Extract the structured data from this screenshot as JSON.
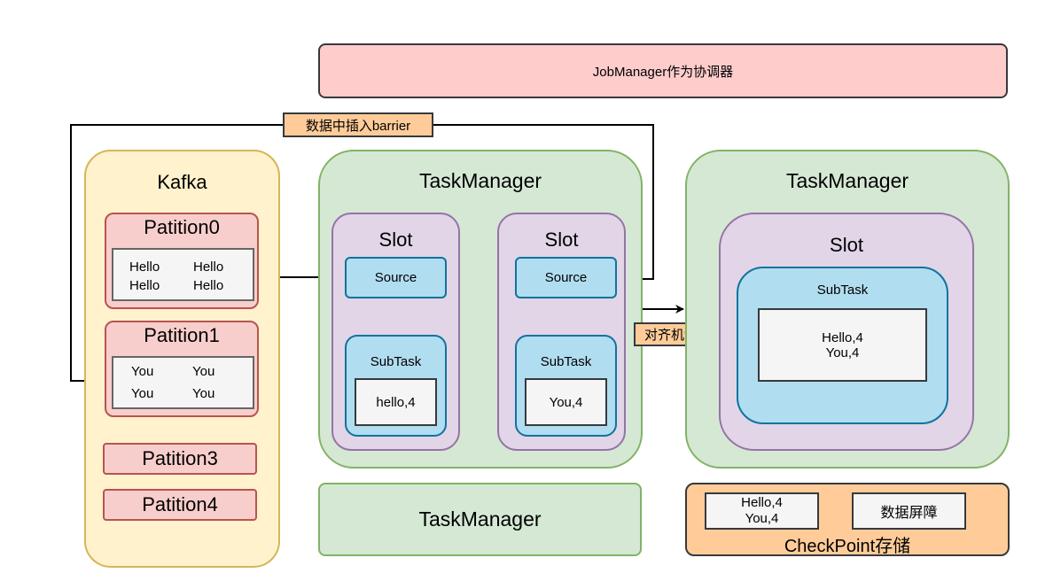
{
  "job_manager": {
    "label": "JobManager作为协调器"
  },
  "barrier_tag": "数据中插入barrier",
  "align_tag": "对齐机制",
  "kafka": {
    "title": "Kafka",
    "partitions": [
      {
        "title": "Patition0",
        "cells": [
          "Hello",
          "Hello",
          "Hello",
          "Hello"
        ]
      },
      {
        "title": "Patition1",
        "cells": [
          "You",
          "You",
          "You",
          "You"
        ]
      },
      {
        "title": "Patition3"
      },
      {
        "title": "Patition4"
      }
    ]
  },
  "task_manager_1": {
    "title": "TaskManager",
    "slots": [
      {
        "title": "Slot",
        "source": "Source",
        "subtask": "SubTask",
        "value": "hello,4"
      },
      {
        "title": "Slot",
        "source": "Source",
        "subtask": "SubTask",
        "value": "You,4"
      }
    ]
  },
  "task_manager_2": {
    "title": "TaskManager",
    "slot": {
      "title": "Slot",
      "subtask": "SubTask",
      "value_line1": "Hello,4",
      "value_line2": "You,4"
    }
  },
  "task_manager_3": {
    "title": "TaskManager"
  },
  "checkpoint": {
    "label": "CheckPoint存储",
    "state_line1": "Hello,4",
    "state_line2": "You,4",
    "barrier_box": "数据屏障"
  },
  "colors": {
    "job_manager_fill": "#ffcccc",
    "kafka_fill": "#fff2cc",
    "partition_fill": "#f8cecc",
    "task_manager_fill": "#d5e8d4",
    "slot_fill": "#e1d5e7",
    "task_fill": "#b1ddf0",
    "tag_fill": "#ffcc99"
  }
}
